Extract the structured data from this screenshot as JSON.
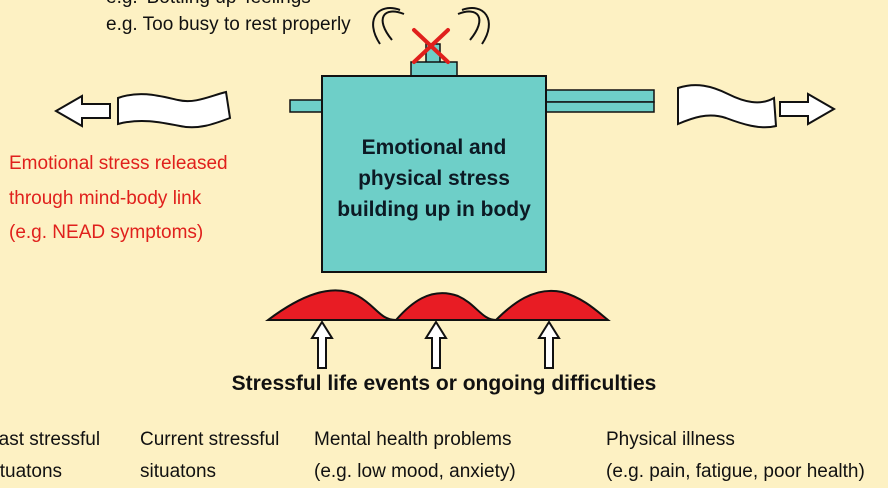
{
  "top_examples": [
    "e.g. 'Bottling up' feelings",
    "e.g. Too busy to rest properly"
  ],
  "left_release": [
    "Emotional stress released",
    "through mind-body link",
    "(e.g. NEAD symptoms)"
  ],
  "pot_label": "Emotional and physical stress building up in body",
  "heading": "Stressful life events or ongoing difficulties",
  "causes": [
    {
      "line1": "Past stressful",
      "line2": "situatons"
    },
    {
      "line1": "Current stressful",
      "line2": "situatons"
    },
    {
      "line1": "Mental health problems",
      "line2": "(e.g. low mood, anxiety)"
    },
    {
      "line1": "Physical illness",
      "line2": "(e.g. pain, fatigue, poor health)"
    }
  ],
  "colors": {
    "background": "#fdf1c3",
    "pot": "#6ecfc8",
    "flame": "#e81c24",
    "release_text": "#e0201c",
    "cross": "#e0201c"
  }
}
